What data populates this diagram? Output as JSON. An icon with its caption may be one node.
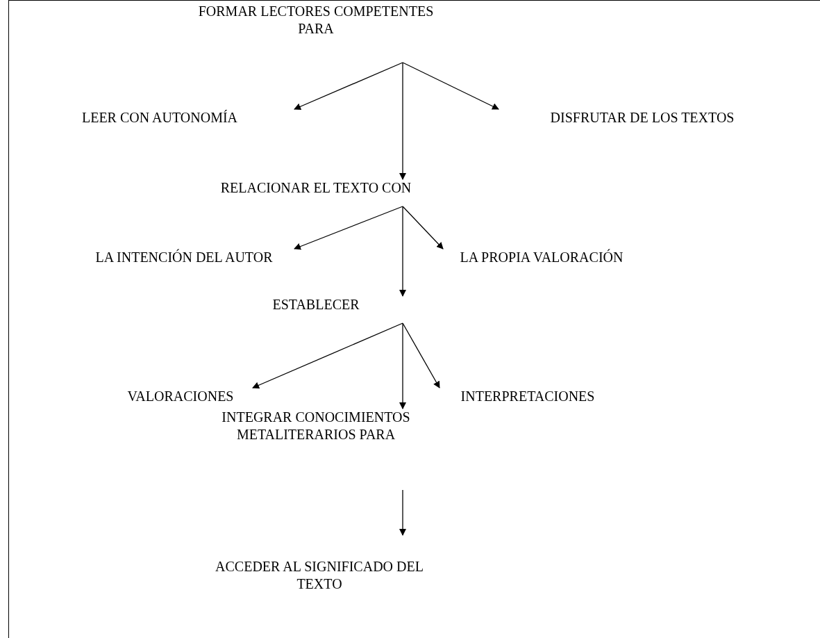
{
  "diagram": {
    "nodes": [
      {
        "text": [
          "FORMAR LECTORES COMPETENTES PARA"
        ]
      },
      {
        "text": [
          "LEER CON AUTONOMÍA"
        ]
      },
      {
        "text": [
          "DISFRUTAR DE LOS TEXTOS"
        ]
      },
      {
        "text": [
          "RELACIONAR EL TEXTO CON"
        ]
      },
      {
        "text": [
          "LA INTENCIÓN DEL AUTOR"
        ]
      },
      {
        "text": [
          "LA PROPIA VALORACIÓN"
        ]
      },
      {
        "text": [
          "ESTABLECER"
        ]
      },
      {
        "text": [
          "VALORACIONES"
        ]
      },
      {
        "text": [
          "INTERPRETACIONES"
        ]
      },
      {
        "text": [
          "INTEGRAR CONOCIMIENTOS METALITERARIOS PARA"
        ]
      },
      {
        "text": [
          "ACCEDER AL SIGNIFICADO DEL TEXTO"
        ]
      }
    ],
    "edges": [
      {
        "from": 0,
        "to": 1,
        "arrow": "to"
      },
      {
        "from": 0,
        "to": 3,
        "arrow": "to"
      },
      {
        "from": 0,
        "to": 2,
        "arrow": "to"
      },
      {
        "from": 3,
        "to": 4,
        "arrow": "to"
      },
      {
        "from": 3,
        "to": 6,
        "arrow": "to"
      },
      {
        "from": 3,
        "to": 5,
        "arrow": "to"
      },
      {
        "from": 6,
        "to": 7,
        "arrow": "to"
      },
      {
        "from": 6,
        "to": 9,
        "arrow": "to"
      },
      {
        "from": 6,
        "to": 8,
        "arrow": "to"
      },
      {
        "from": 9,
        "to": 10,
        "arrow": "to"
      }
    ]
  }
}
